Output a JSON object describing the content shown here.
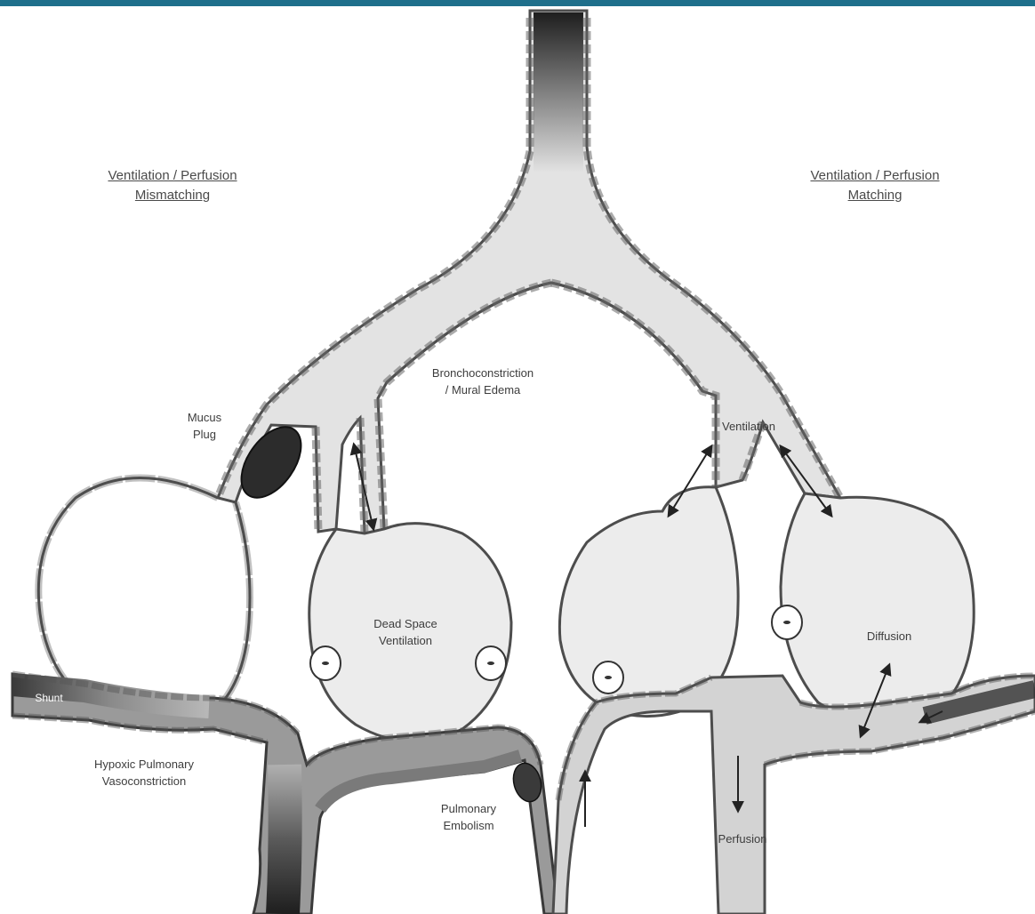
{
  "colors": {
    "top_bar": "#1f6f8b",
    "airway_fill": "#e3e3e3",
    "alveolus_fill": "#ececec",
    "wall": "#4d4d4d",
    "vessel_dark": "#3e3e3e",
    "plug": "#2c2c2c"
  },
  "headings": {
    "mismatch_line1": "Ventilation / Perfusion",
    "mismatch_line2": "Mismatching",
    "match_line1": "Ventilation / Perfusion",
    "match_line2": "Matching"
  },
  "labels": {
    "broncho_line1": "Bronchoconstriction",
    "broncho_line2": "/ Mural Edema",
    "mucus_line1": "Mucus",
    "mucus_line2": "Plug",
    "dead_space_line1": "Dead Space",
    "dead_space_line2": "Ventilation",
    "shunt": "Shunt",
    "hpv_line1": "Hypoxic Pulmonary",
    "hpv_line2": "Vasoconstriction",
    "pe_line1": "Pulmonary",
    "pe_line2": "Embolism",
    "ventilation": "Ventilation",
    "diffusion": "Diffusion",
    "perfusion": "Perfusion"
  }
}
